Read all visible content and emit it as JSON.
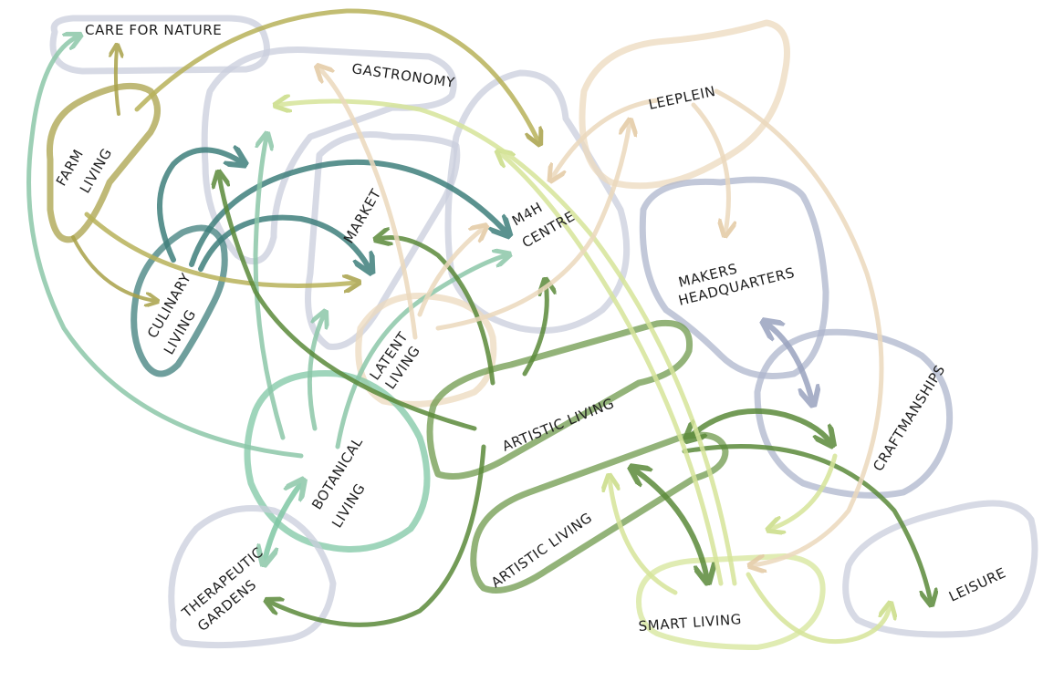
{
  "colors": {
    "olive": "#a9a24a",
    "khaki": "#b8b25a",
    "teal": "#3f7f7c",
    "sea": "#8cc7a9",
    "mint": "#7fc7a4",
    "green": "#6f9a4c",
    "darkgreen": "#5b8a3a",
    "lime": "#d6e59a",
    "peach": "#ecd9bd",
    "grey": "#b9bfd3"
  },
  "labels": {
    "care_for_nature": "CARE FOR NATURE",
    "gastronomy": "GASTRONOMY",
    "leeplein": "LEEPLEIN",
    "farm": "FARM",
    "living_farm": "LIVING",
    "market": "MARKET",
    "m4h": "M4H",
    "centre": "CENTRE",
    "makers": "MAKERS",
    "headquarters": "HEADQUARTERS",
    "culinary": "CULINARY",
    "living_culinary": "LIVING",
    "latent": "LATENT",
    "living_latent": "LIVING",
    "artistic_living_1": "ARTISTIC LIVING",
    "craftmanships": "CRAFTMANSHIPS",
    "botanical": "BOTANICAL",
    "living_botanical": "LIVING",
    "artistic_living_2": "ARTISTIC LIVING",
    "therapeutic": "THERAPEUTIC",
    "gardens": "GARDENS",
    "smart_living": "SMART LIVING",
    "leisure": "LEISURE"
  }
}
